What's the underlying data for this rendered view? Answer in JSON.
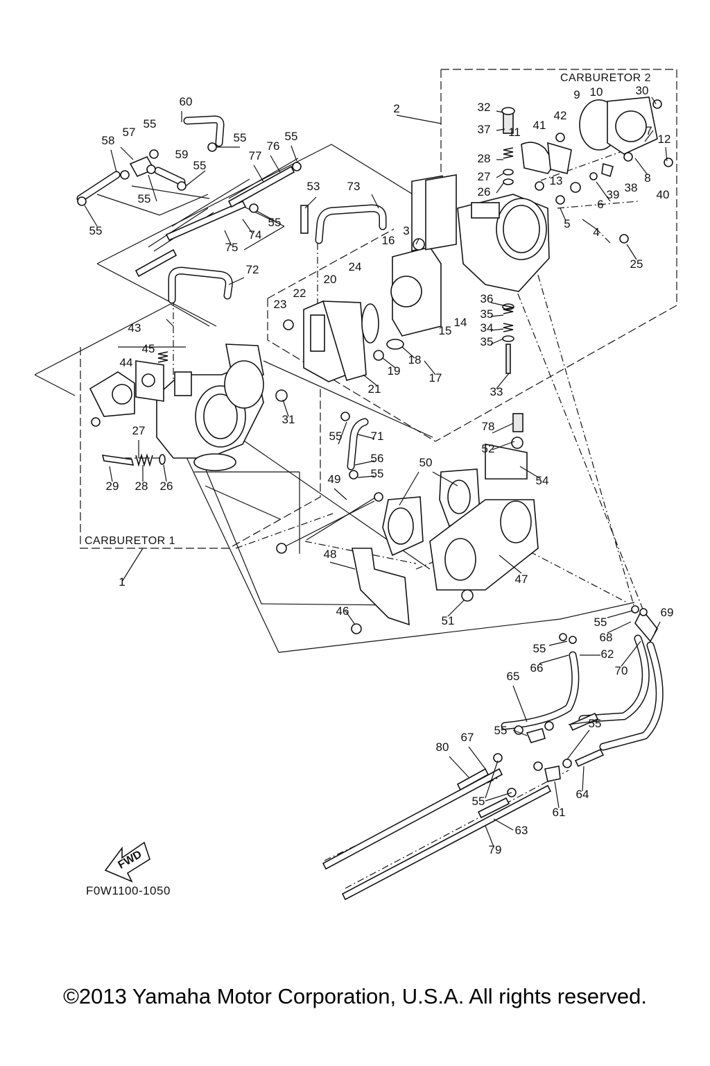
{
  "groups": {
    "carburetor1": "CARBURETOR 1",
    "carburetor2": "CARBURETOR 2"
  },
  "orientation": {
    "arrow_label": "FWD"
  },
  "reference_code": "F0W1100-1050",
  "copyright": "©2013 Yamaha Motor Corporation, U.S.A. All rights reserved.",
  "callouts": {
    "c1": "1",
    "c2": "2",
    "c3": "3",
    "c4": "4",
    "c5": "5",
    "c6": "6",
    "c7": "7",
    "c8": "8",
    "c9": "9",
    "c10": "10",
    "c11": "11",
    "c12": "12",
    "c13": "13",
    "c14": "14",
    "c15": "15",
    "c16": "16",
    "c17": "17",
    "c18": "18",
    "c19": "19",
    "c20": "20",
    "c21": "21",
    "c22": "22",
    "c23": "23",
    "c24": "24",
    "c25": "25",
    "c26": "26",
    "c27": "27",
    "c28": "28",
    "c29": "29",
    "c30": "30",
    "c31": "31",
    "c32": "32",
    "c33": "33",
    "c34": "34",
    "c35": "35",
    "c36": "36",
    "c37": "37",
    "c38": "38",
    "c39": "39",
    "c40": "40",
    "c41": "41",
    "c42": "42",
    "c43": "43",
    "c44": "44",
    "c45": "45",
    "c46": "46",
    "c47": "47",
    "c48": "48",
    "c49": "49",
    "c50": "50",
    "c51": "51",
    "c52": "52",
    "c53": "53",
    "c54": "54",
    "c55": "55",
    "c56": "56",
    "c57": "57",
    "c58": "58",
    "c59": "59",
    "c60": "60",
    "c61": "61",
    "c62": "62",
    "c63": "63",
    "c64": "64",
    "c65": "65",
    "c66": "66",
    "c67": "67",
    "c68": "68",
    "c69": "69",
    "c70": "70",
    "c71": "71",
    "c72": "72",
    "c73": "73",
    "c74": "74",
    "c75": "75",
    "c76": "76",
    "c77": "77",
    "c78": "78",
    "c79": "79",
    "c80": "80"
  }
}
